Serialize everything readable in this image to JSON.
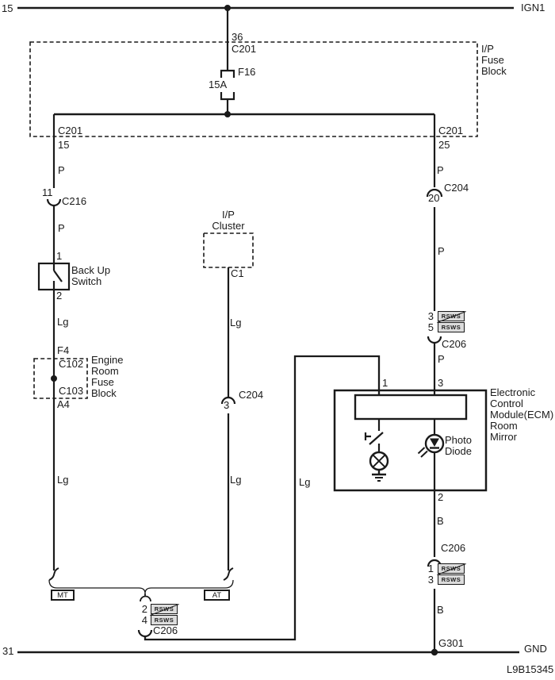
{
  "colors": {
    "line": "#1a1a1a",
    "text": "#1a1a1a",
    "badge_bg": "#dcdcdc",
    "background": "#ffffff"
  },
  "badge": "RSWS",
  "doc_id": "L9B15345",
  "power": {
    "left_pin": "15",
    "net": "IGN1"
  },
  "ground": {
    "left_pin": "31",
    "net": "GND",
    "g301": "G301"
  },
  "ip_fuse_block": {
    "name": [
      "I/P",
      "Fuse",
      "Block"
    ],
    "top_pin": "36",
    "top_conn": "C201",
    "fuse_id": "F16",
    "fuse_rating": "15A",
    "left_conn": "C201",
    "left_pin": "15",
    "right_conn": "C201",
    "right_pin": "25"
  },
  "left_branch": {
    "wire_color_1": "P",
    "c216_pin": "11",
    "c216": "C216",
    "wire_color_2": "P",
    "switch_pin_in": "1",
    "switch_name": [
      "Back Up",
      "Switch"
    ],
    "switch_pin_out": "2",
    "wire_color_3": "Lg",
    "fuse_pin_in": "F4",
    "conn_in": "C102",
    "conn_out": "C103",
    "fuse_pin_out": "A4",
    "engine_fuse_block_name": [
      "Engine",
      "Room",
      "Fuse",
      "Block"
    ],
    "wire_color_4": "Lg",
    "mt_tag": "MT"
  },
  "cluster_branch": {
    "name": [
      "I/P",
      "Cluster"
    ],
    "conn": "C1",
    "wire_color_1": "Lg",
    "c204": "C204",
    "c204_pin": "3",
    "wire_color_2": "Lg",
    "at_tag": "AT"
  },
  "joint_connector": {
    "pin_a": "2",
    "pin_b": "4",
    "conn": "C206",
    "wire_color": "Lg"
  },
  "right_branch": {
    "wire_color_1": "P",
    "c204": "C204",
    "c204_pin": "20",
    "wire_color_2": "P",
    "c206_upper_pin_a": "3",
    "c206_upper_pin_b": "5",
    "c206_upper": "C206",
    "wire_color_3": "P",
    "ecm_pin_1": "1",
    "ecm_pin_3": "3",
    "ecm_name": [
      "Electronic",
      "Control",
      "Module(ECM)",
      "Room",
      "Mirror"
    ],
    "photo_diode": [
      "Photo",
      "Diode"
    ],
    "ecm_pin_2": "2",
    "wire_color_4": "B",
    "c206_lower": "C206",
    "c206_lower_pin_a": "1",
    "c206_lower_pin_b": "3",
    "wire_color_5": "B"
  }
}
